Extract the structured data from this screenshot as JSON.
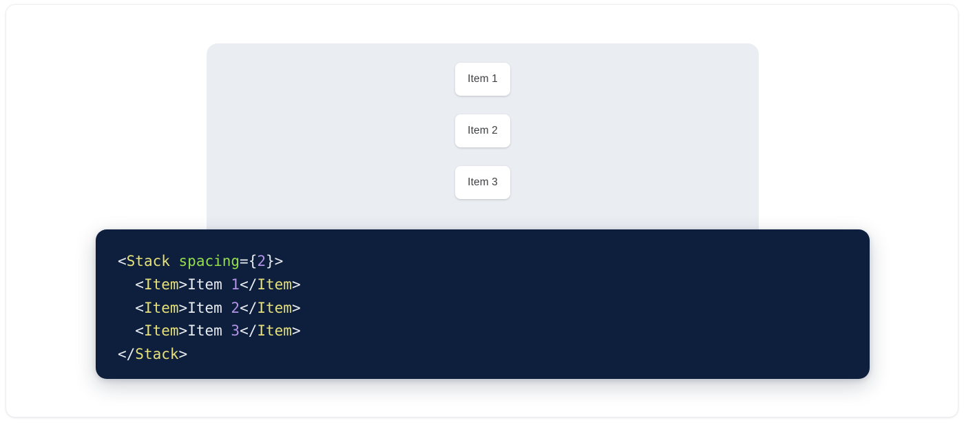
{
  "preview": {
    "panel_name": "stack-preview-surface",
    "background_color": "#eaedf2",
    "items": [
      {
        "label": "Item 1"
      },
      {
        "label": "Item 2"
      },
      {
        "label": "Item 3"
      }
    ]
  },
  "code_panel": {
    "background_color": "#0d1f3c",
    "language": "jsx",
    "colors": {
      "punctuation": "#e9ecf2",
      "tag": "#e6e07a",
      "attribute": "#93dd4e",
      "number": "#b393e8",
      "text": "#e9ecf2"
    },
    "lines": [
      {
        "indent": "",
        "tokens": [
          {
            "type": "punct",
            "text": "<"
          },
          {
            "type": "tag",
            "text": "Stack"
          },
          {
            "type": "text",
            "text": " "
          },
          {
            "type": "attr",
            "text": "spacing"
          },
          {
            "type": "punct",
            "text": "={"
          },
          {
            "type": "number",
            "text": "2"
          },
          {
            "type": "punct",
            "text": "}>"
          }
        ]
      },
      {
        "indent": "  ",
        "tokens": [
          {
            "type": "punct",
            "text": "<"
          },
          {
            "type": "tag",
            "text": "Item"
          },
          {
            "type": "punct",
            "text": ">"
          },
          {
            "type": "text",
            "text": "Item "
          },
          {
            "type": "number",
            "text": "1"
          },
          {
            "type": "punct",
            "text": "</"
          },
          {
            "type": "tag",
            "text": "Item"
          },
          {
            "type": "punct",
            "text": ">"
          }
        ]
      },
      {
        "indent": "  ",
        "tokens": [
          {
            "type": "punct",
            "text": "<"
          },
          {
            "type": "tag",
            "text": "Item"
          },
          {
            "type": "punct",
            "text": ">"
          },
          {
            "type": "text",
            "text": "Item "
          },
          {
            "type": "number",
            "text": "2"
          },
          {
            "type": "punct",
            "text": "</"
          },
          {
            "type": "tag",
            "text": "Item"
          },
          {
            "type": "punct",
            "text": ">"
          }
        ]
      },
      {
        "indent": "  ",
        "tokens": [
          {
            "type": "punct",
            "text": "<"
          },
          {
            "type": "tag",
            "text": "Item"
          },
          {
            "type": "punct",
            "text": ">"
          },
          {
            "type": "text",
            "text": "Item "
          },
          {
            "type": "number",
            "text": "3"
          },
          {
            "type": "punct",
            "text": "</"
          },
          {
            "type": "tag",
            "text": "Item"
          },
          {
            "type": "punct",
            "text": ">"
          }
        ]
      },
      {
        "indent": "",
        "tokens": [
          {
            "type": "punct",
            "text": "</"
          },
          {
            "type": "tag",
            "text": "Stack"
          },
          {
            "type": "punct",
            "text": ">"
          }
        ]
      }
    ]
  }
}
